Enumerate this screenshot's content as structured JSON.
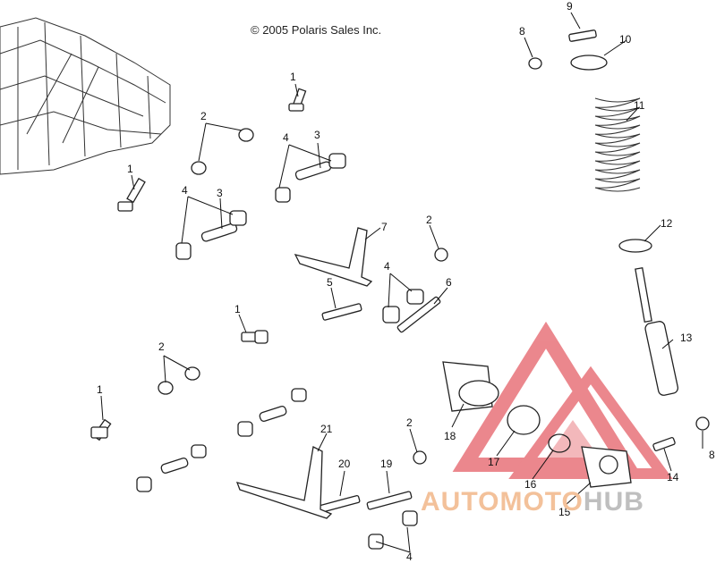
{
  "copyright": "© 2005 Polaris Sales Inc.",
  "callouts": {
    "c1a": "1",
    "c1b": "1",
    "c1c": "1",
    "c1d": "1",
    "c2a": "2",
    "c2b": "2",
    "c2c": "2",
    "c2d": "2",
    "c3a": "3",
    "c3b": "3",
    "c4a": "4",
    "c4b": "4",
    "c4c": "4",
    "c4d": "4",
    "c5": "5",
    "c6": "6",
    "c7": "7",
    "c8a": "8",
    "c8b": "8",
    "c9": "9",
    "c10": "10",
    "c11": "11",
    "c12": "12",
    "c13": "13",
    "c14": "14",
    "c15": "15",
    "c16": "16",
    "c17": "17",
    "c18": "18",
    "c19": "19",
    "c20": "20",
    "c21": "21"
  },
  "watermark": {
    "part1": "AUTOMOTO",
    "part2": "HUB"
  },
  "colors": {
    "watermark_red": "#e8737a",
    "watermark_orange": "#f3c19a",
    "watermark_gray": "#bfbfbf"
  }
}
